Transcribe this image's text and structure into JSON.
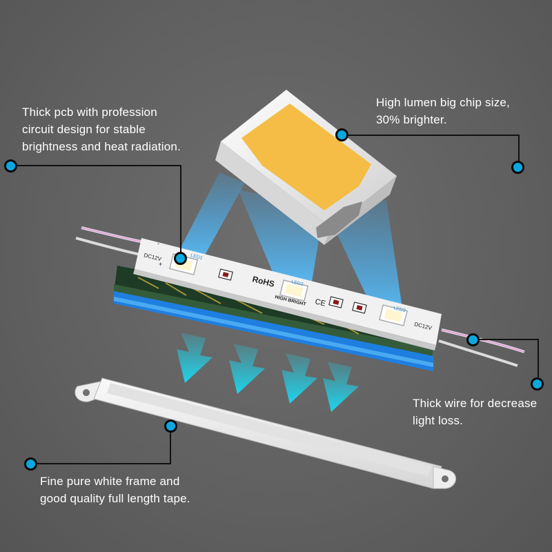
{
  "callouts": {
    "pcb": {
      "lines": [
        "Thick pcb with profession",
        "circuit design for stable",
        "brightness and heat radiation."
      ]
    },
    "chip": {
      "lines": [
        "High lumen big chip size,",
        "30% brighter."
      ]
    },
    "wire": {
      "lines": [
        "Thick wire for decrease",
        "light loss."
      ]
    },
    "frame": {
      "lines": [
        "Fine pure white frame and",
        "good quality full length tape."
      ]
    }
  },
  "module": {
    "rohs": "RoHS",
    "high_bright": "HIGH BRIGHT",
    "ce": "CE",
    "led1": "LED1",
    "led2": "LED2",
    "led3": "LED3",
    "voltage_left": "DC12V",
    "voltage_right": "DC12V",
    "minus": "-",
    "plus": "+"
  },
  "colors": {
    "accent_dot": "#0aa8e0",
    "chip_yellow": "#f5bd45",
    "light_beam": "#4fb4f0",
    "arrow_cyan": "#1fd3ec",
    "line": "#111111"
  }
}
